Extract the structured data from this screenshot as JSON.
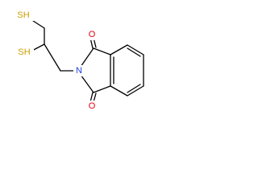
{
  "molecule": {
    "atoms": {
      "sh_top": {
        "label": "SH",
        "color": "#C9A000"
      },
      "sh_left": {
        "label": "SH",
        "color": "#C9A000"
      },
      "o_top": {
        "label": "O",
        "color": "#E8000B"
      },
      "n": {
        "label": "N",
        "color": "#1F3FE0"
      },
      "o_bottom": {
        "label": "O",
        "color": "#E8000B"
      }
    },
    "bond_color": "#000000"
  }
}
